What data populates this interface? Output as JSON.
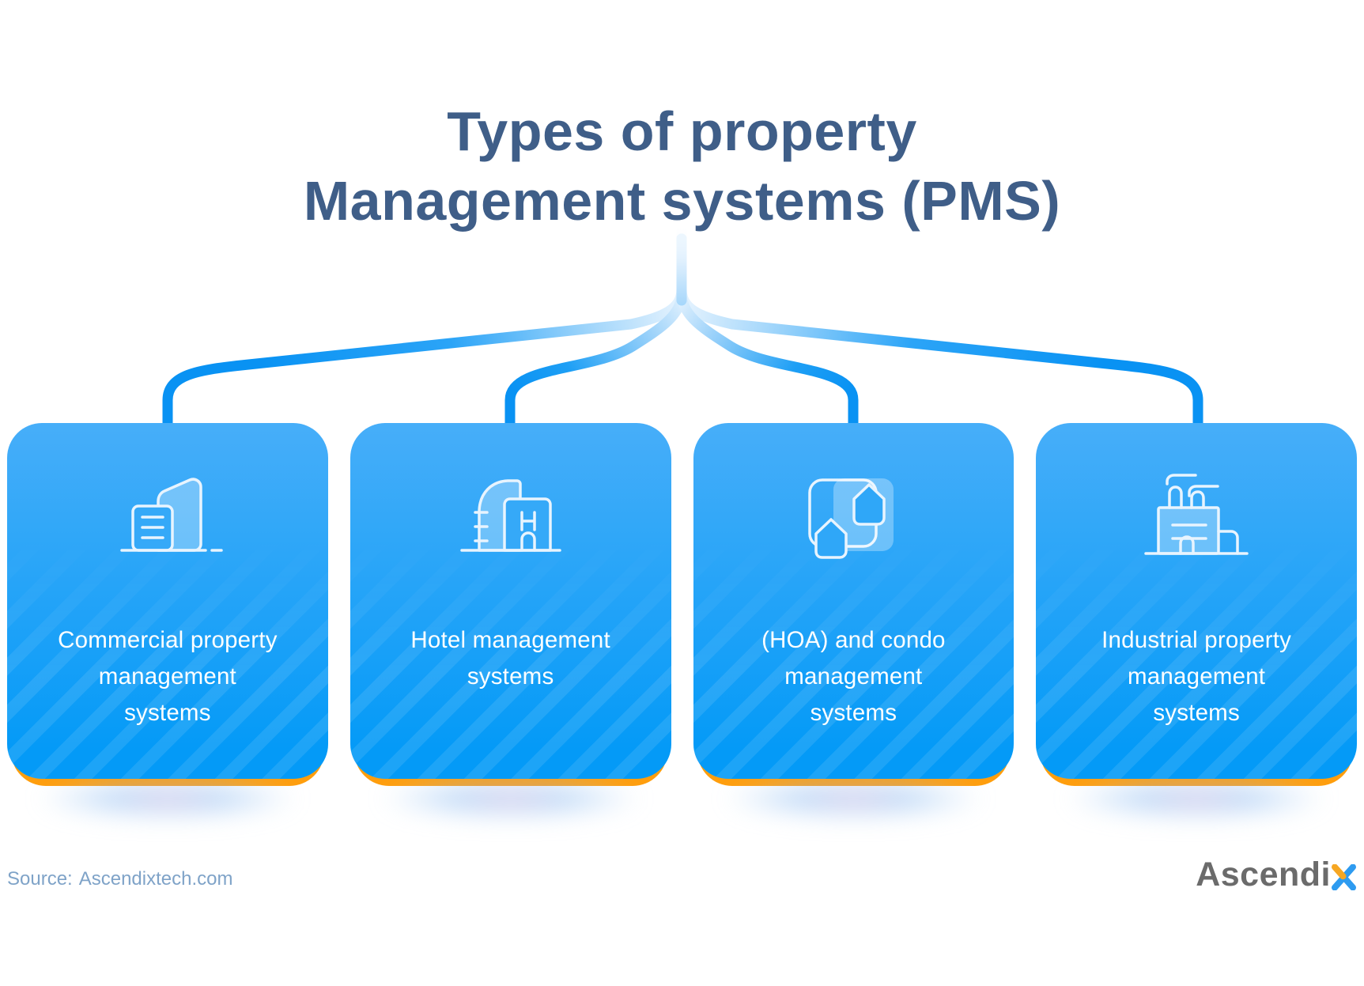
{
  "title": {
    "line1": "Types of property",
    "line2": "Management systems (PMS)"
  },
  "cards": [
    {
      "icon": "commercial-building-icon",
      "label_lines": [
        "Commercial property",
        "management",
        "systems"
      ]
    },
    {
      "icon": "hotel-building-icon",
      "label_lines": [
        "Hotel management",
        "systems"
      ]
    },
    {
      "icon": "condo-houses-icon",
      "label_lines": [
        "(HOA) and condo",
        "management",
        "systems"
      ]
    },
    {
      "icon": "factory-icon",
      "label_lines": [
        "Industrial property",
        "management",
        "systems"
      ]
    }
  ],
  "footer": {
    "source_label": "Source:",
    "source_name": "Ascendixtech.com",
    "logo_text": "Ascendi",
    "logo_x": "x"
  },
  "colors": {
    "title": "#3F5E88",
    "card_gradient_top": "#47AEF9",
    "card_gradient_bottom": "#049AF7",
    "card_text": "#FFFFFF",
    "accent_orange": "#FF9E0D",
    "connector_blue": "#0992F3",
    "source_text": "#7FA3C8",
    "logo_gray": "#6B6B6B",
    "logo_x_blue": "#2E9BF0",
    "logo_x_orange": "#F6A723"
  }
}
